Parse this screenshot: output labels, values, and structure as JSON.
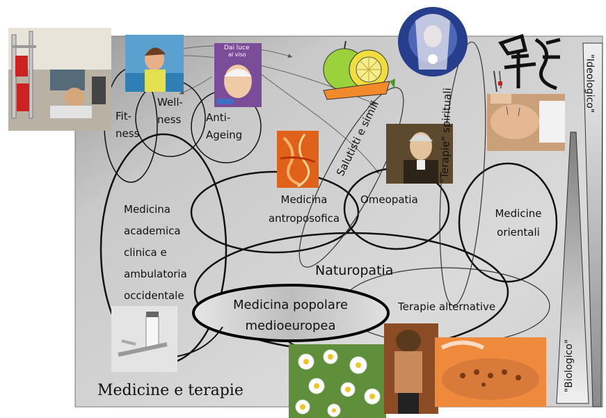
{
  "diagram": {
    "title": "Medicine e terapie",
    "labels": {
      "fitness": [
        "Fit-",
        "ness"
      ],
      "wellness": [
        "Well-",
        "ness"
      ],
      "antiageing": [
        "Anti-",
        "Ageing"
      ],
      "medicina_academica": [
        "Medicina",
        "academica",
        "clinica e",
        "ambulatoria",
        "occidentale"
      ],
      "medicina_antroposofica": [
        "Medicina",
        "antroposofica"
      ],
      "omeopatia": "Omeopatia",
      "medicine_orientali": [
        "Medicine",
        "orientali"
      ],
      "naturopatia": "Naturopatia",
      "medicina_popolare": [
        "Medicina popolare",
        "medioeuropea"
      ],
      "terapie_alternative": "Terapie alternative",
      "salutisti": "Salutisti e simili",
      "terapie_spirituali": "\"Terapie\" spirituali",
      "ideologico": "\"Ideologico\"",
      "biologico": "\"Biologico\""
    },
    "magazine": {
      "line1": "Dai luce",
      "line2": "al viso"
    },
    "colors": {
      "background_panel": "#c4c4c4",
      "stroke": "#111111",
      "ellipse_fill": "#d8d8d8"
    },
    "icons": [
      "gym-photo",
      "wellness-photo",
      "magazine-photo",
      "fruit-illustration",
      "sage-illustration",
      "calligraphy",
      "anthroposophy-artwork",
      "hahnemann-portrait",
      "acupuncture-photo",
      "vial-syringe-photo",
      "chamomile-photo",
      "massage-photo",
      "hot-stone-photo"
    ]
  }
}
